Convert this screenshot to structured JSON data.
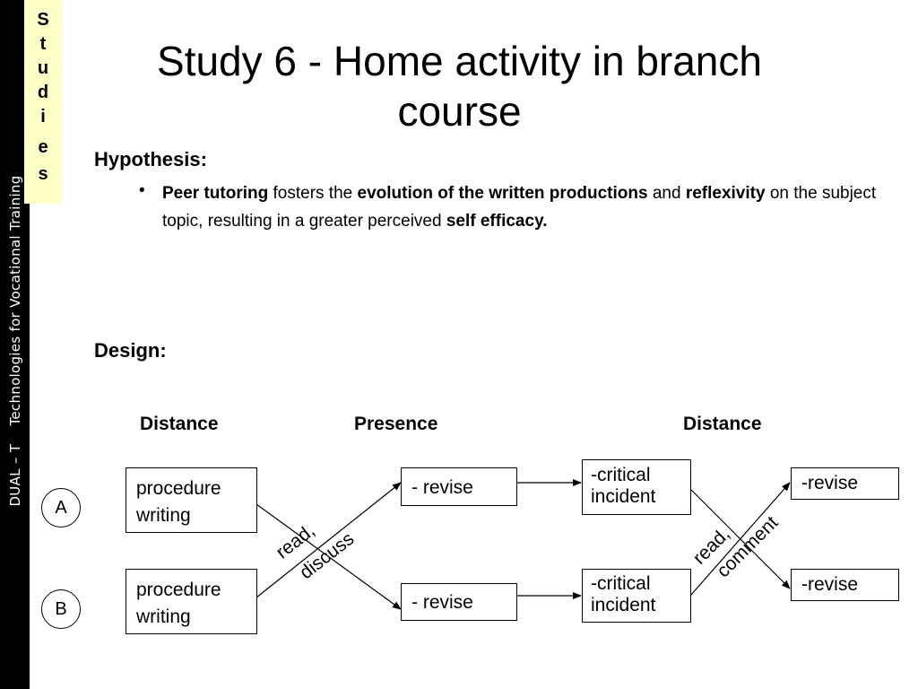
{
  "sidebar": {
    "text": "DUAL – T    Technologies for Vocational Training"
  },
  "studies_tab": {
    "letters": [
      "S",
      "t",
      "u",
      "d",
      "i",
      "e",
      "s"
    ]
  },
  "title": {
    "line1": "Study 6 - Home activity in branch",
    "line2": "course"
  },
  "hypothesis": {
    "heading": "Hypothesis:",
    "bullet": {
      "peer_tutoring": "Peer tutoring",
      "t1": " fosters the ",
      "evolution": "evolution of the written productions",
      "t2": " and ",
      "reflexivity": "reflexivity",
      "t3": " on the subject topic, resulting in a greater perceived ",
      "self_efficacy": "self efficacy."
    }
  },
  "design": {
    "heading": "Design:",
    "phases": [
      "Distance",
      "Presence",
      "Distance"
    ],
    "groups": [
      "A",
      "B"
    ],
    "writing_boxes": [
      {
        "line1": "procedure",
        "line2": "writing"
      },
      {
        "line1": "procedure",
        "line2": "writing"
      }
    ],
    "revise_boxes": [
      "- revise",
      "- revise"
    ],
    "incident_boxes": [
      {
        "line1": "-critical",
        "line2": "incident"
      },
      {
        "line1": "-critical",
        "line2": "incident"
      }
    ],
    "final_boxes": [
      "-revise",
      "-revise"
    ],
    "cross_labels": [
      {
        "line1": "read,",
        "line2": "discuss"
      },
      {
        "line1": "read,",
        "line2": "comment"
      }
    ]
  }
}
